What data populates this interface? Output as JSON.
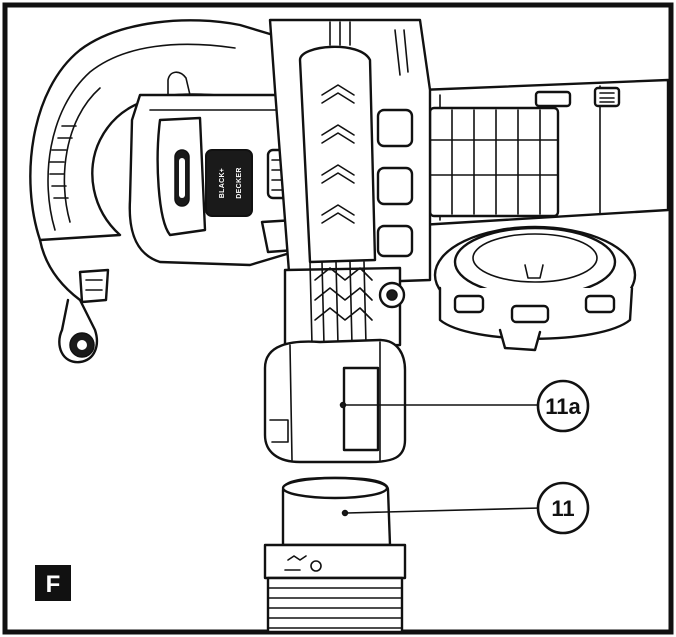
{
  "figure": {
    "label": "F"
  },
  "callouts": [
    {
      "id": "11a",
      "label": "11a"
    },
    {
      "id": "11",
      "label": "11"
    }
  ],
  "logo": {
    "line1": "BLACK+",
    "line2": "DECKER"
  },
  "colors": {
    "ink": "#111111",
    "paper": "#ffffff"
  }
}
